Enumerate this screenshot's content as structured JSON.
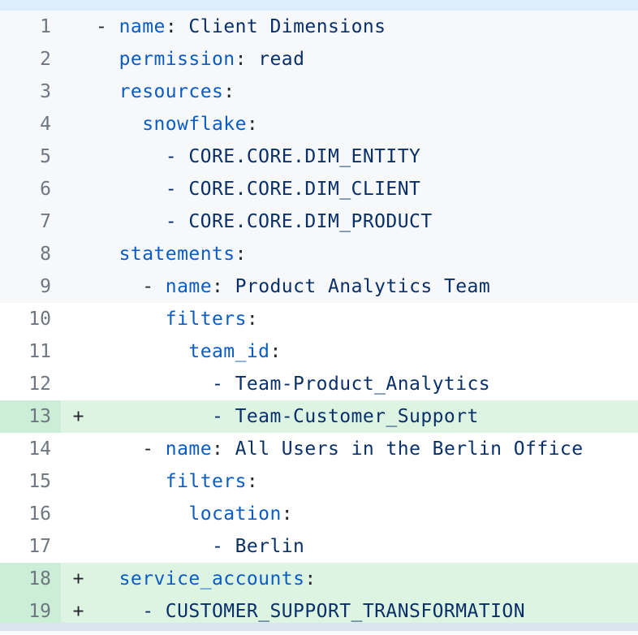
{
  "code_block": {
    "language": "yaml",
    "view": "diff-with-additions",
    "colors": {
      "key": "#0b5cc4",
      "val": "#0a3069",
      "punct": "#24292f",
      "line_number": "#6e7781",
      "muted_bg": "#f6f8fa",
      "added_bg": "#def4e2",
      "added_gutter_bg": "#cdeed6",
      "top_strip": "#dcedfb",
      "bottom_strip": "#dbe5ef"
    },
    "added_marker": "+",
    "lines": [
      {
        "n": "1",
        "bg": "muted",
        "added": false,
        "tokens": [
          [
            "p",
            "- "
          ],
          [
            "k",
            "name"
          ],
          [
            "p",
            ": "
          ],
          [
            "v",
            "Client Dimensions"
          ]
        ]
      },
      {
        "n": "2",
        "bg": "muted",
        "added": false,
        "tokens": [
          [
            "p",
            "  "
          ],
          [
            "k",
            "permission"
          ],
          [
            "p",
            ": "
          ],
          [
            "v",
            "read"
          ]
        ]
      },
      {
        "n": "3",
        "bg": "muted",
        "added": false,
        "tokens": [
          [
            "p",
            "  "
          ],
          [
            "k",
            "resources"
          ],
          [
            "p",
            ":"
          ]
        ]
      },
      {
        "n": "4",
        "bg": "muted",
        "added": false,
        "tokens": [
          [
            "p",
            "    "
          ],
          [
            "k",
            "snowflake"
          ],
          [
            "p",
            ":"
          ]
        ]
      },
      {
        "n": "5",
        "bg": "muted",
        "added": false,
        "tokens": [
          [
            "v",
            "      - CORE.CORE.DIM_ENTITY"
          ]
        ]
      },
      {
        "n": "6",
        "bg": "muted",
        "added": false,
        "tokens": [
          [
            "v",
            "      - CORE.CORE.DIM_CLIENT"
          ]
        ]
      },
      {
        "n": "7",
        "bg": "muted",
        "added": false,
        "tokens": [
          [
            "v",
            "      - CORE.CORE.DIM_PRODUCT"
          ]
        ]
      },
      {
        "n": "8",
        "bg": "muted",
        "added": false,
        "tokens": [
          [
            "p",
            "  "
          ],
          [
            "k",
            "statements"
          ],
          [
            "p",
            ":"
          ]
        ]
      },
      {
        "n": "9",
        "bg": "muted",
        "added": false,
        "tokens": [
          [
            "p",
            "    - "
          ],
          [
            "k",
            "name"
          ],
          [
            "p",
            ": "
          ],
          [
            "v",
            "Product Analytics Team"
          ]
        ]
      },
      {
        "n": "10",
        "bg": "default",
        "added": false,
        "tokens": [
          [
            "p",
            "      "
          ],
          [
            "k",
            "filters"
          ],
          [
            "p",
            ":"
          ]
        ]
      },
      {
        "n": "11",
        "bg": "default",
        "added": false,
        "tokens": [
          [
            "p",
            "        "
          ],
          [
            "k",
            "team_id"
          ],
          [
            "p",
            ":"
          ]
        ]
      },
      {
        "n": "12",
        "bg": "default",
        "added": false,
        "tokens": [
          [
            "v",
            "          - Team-Product_Analytics"
          ]
        ]
      },
      {
        "n": "13",
        "bg": "added",
        "added": true,
        "tokens": [
          [
            "v",
            "          - Team-Customer_Support"
          ]
        ]
      },
      {
        "n": "14",
        "bg": "default",
        "added": false,
        "tokens": [
          [
            "p",
            "    - "
          ],
          [
            "k",
            "name"
          ],
          [
            "p",
            ": "
          ],
          [
            "v",
            "All Users in the Berlin Office"
          ]
        ]
      },
      {
        "n": "15",
        "bg": "default",
        "added": false,
        "tokens": [
          [
            "p",
            "      "
          ],
          [
            "k",
            "filters"
          ],
          [
            "p",
            ":"
          ]
        ]
      },
      {
        "n": "16",
        "bg": "default",
        "added": false,
        "tokens": [
          [
            "p",
            "        "
          ],
          [
            "k",
            "location"
          ],
          [
            "p",
            ":"
          ]
        ]
      },
      {
        "n": "17",
        "bg": "default",
        "added": false,
        "tokens": [
          [
            "v",
            "          - Berlin"
          ]
        ]
      },
      {
        "n": "18",
        "bg": "added",
        "added": true,
        "tokens": [
          [
            "p",
            "  "
          ],
          [
            "k",
            "service_accounts"
          ],
          [
            "p",
            ":"
          ]
        ]
      },
      {
        "n": "19",
        "bg": "added",
        "added": true,
        "tokens": [
          [
            "v",
            "    - CUSTOMER_SUPPORT_TRANSFORMATION"
          ]
        ]
      }
    ]
  }
}
